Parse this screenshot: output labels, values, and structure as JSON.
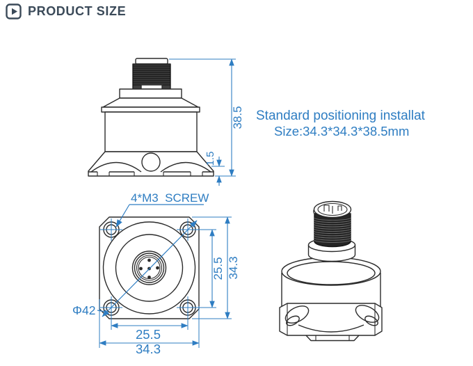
{
  "header": {
    "title": "PRODUCT SIZE"
  },
  "note": {
    "line1": "Standard positioning installat",
    "line2": "Size:34.3*34.3*38.5mm"
  },
  "side_view": {
    "dim_total_height": "38.5",
    "dim_flange_thickness": "1.5"
  },
  "front_view": {
    "screw_label": "4*M3  SCREW",
    "diameter_label": "Φ42",
    "dim_hole_spacing_vertical": "25.5",
    "dim_body_height": "34.3",
    "dim_hole_spacing_horizontal": "25.5",
    "dim_body_width": "34.3"
  },
  "colors": {
    "accent_blue": "#2e7dc2",
    "line_ink": "#2b2b2b",
    "header_ink": "#3b4a59",
    "background": "#ffffff"
  }
}
